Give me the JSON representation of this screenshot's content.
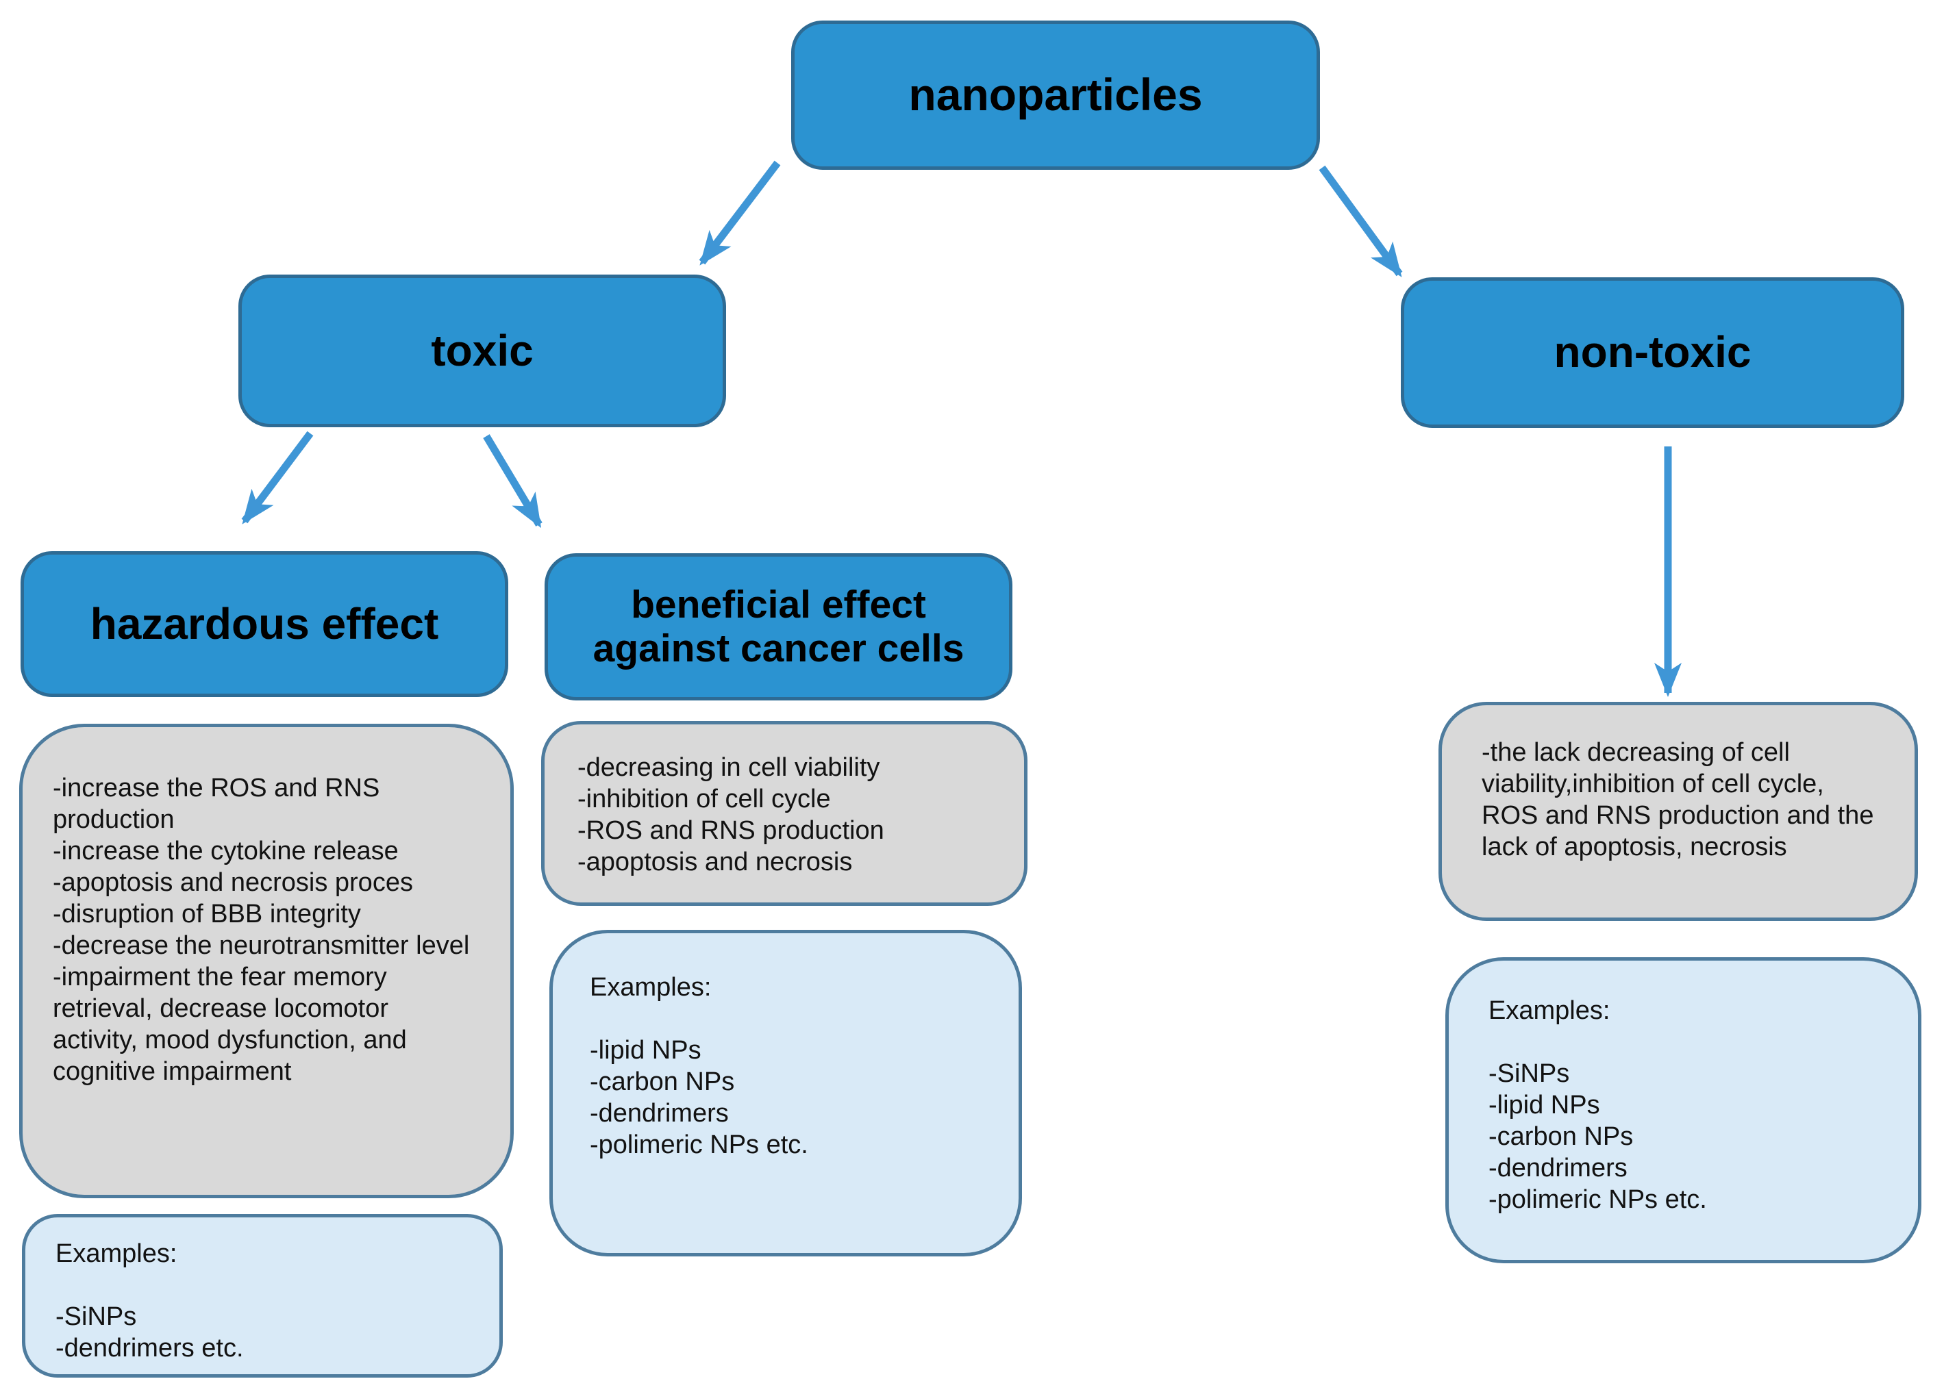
{
  "colors": {
    "node_fill": "#2B93D1",
    "node_border": "#2E6B94",
    "info_fill": "#D9D9D9",
    "info_border": "#4E7C9E",
    "examples_fill": "#D9EAF7",
    "examples_border": "#4E7C9E",
    "arrow": "#3F96D6"
  },
  "nodes": {
    "root": {
      "label": "nanoparticles"
    },
    "toxic": {
      "label": "toxic"
    },
    "non_toxic": {
      "label": "non-toxic"
    },
    "hazardous": {
      "label": "hazardous effect"
    },
    "beneficial": {
      "label_line1": "beneficial effect",
      "label_line2": "against cancer cells"
    }
  },
  "hazardous_effects": {
    "items": [
      "-increase the ROS and RNS production",
      "-increase the cytokine release",
      "-apoptosis and necrosis proces",
      "-disruption of BBB integrity",
      "-decrease the neurotransmitter level",
      "-impairment the fear memory retrieval, decrease locomotor activity, mood dysfunction, and cognitive impairment"
    ]
  },
  "beneficial_effects": {
    "items": [
      "-decreasing in cell viability",
      "-inhibition of cell cycle",
      "-ROS and RNS production",
      "-apoptosis and necrosis"
    ]
  },
  "non_toxic_effects": {
    "text": "-the lack decreasing of cell viability,inhibition of cell cycle, ROS and RNS production and the lack of apoptosis, necrosis"
  },
  "hazardous_examples": {
    "title": "Examples:",
    "items": [
      "-SiNPs",
      "-dendrimers etc."
    ]
  },
  "beneficial_examples": {
    "title": "Examples:",
    "items": [
      "-lipid NPs",
      "-carbon NPs",
      "-dendrimers",
      "-polimeric NPs etc."
    ]
  },
  "non_toxic_examples": {
    "title": "Examples:",
    "items": [
      "-SiNPs",
      "-lipid NPs",
      "-carbon NPs",
      "-dendrimers",
      "-polimeric NPs etc."
    ]
  }
}
